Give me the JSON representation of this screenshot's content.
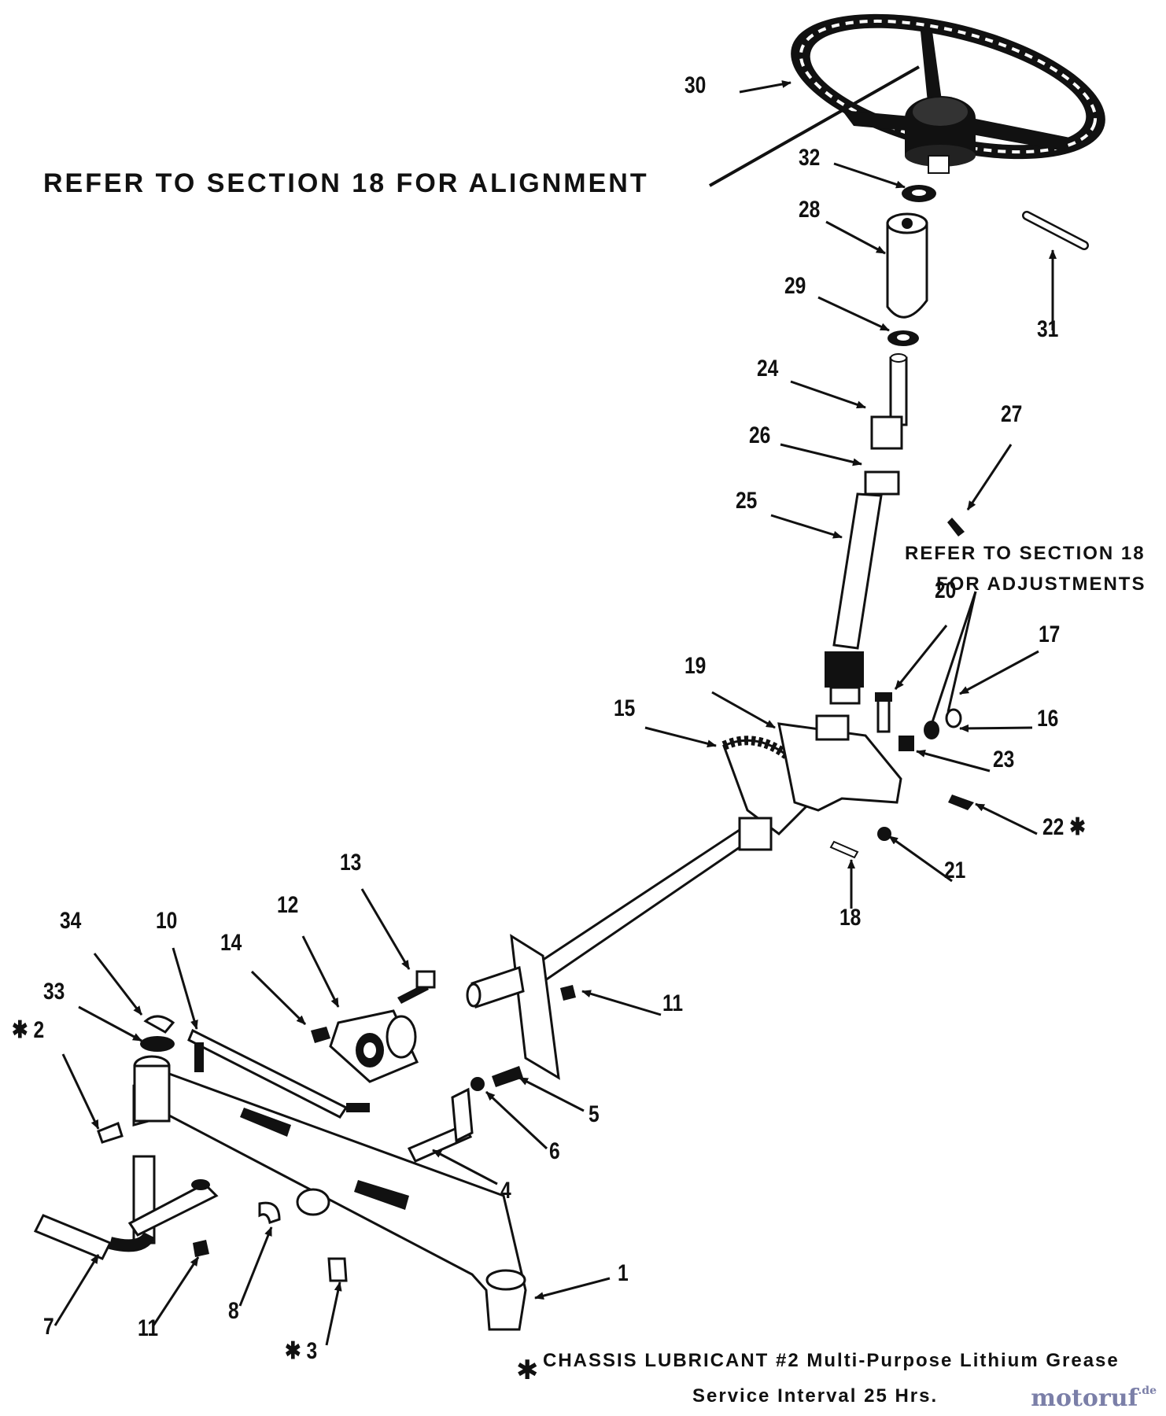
{
  "notes": {
    "alignment": "REFER TO SECTION 18 FOR ALIGNMENT",
    "adjustments_line1": "REFER TO SECTION 18",
    "adjustments_line2": "FOR ADJUSTMENTS",
    "lubricant": "CHASSIS LUBRICANT #2 Multi-Purpose Lithium Grease",
    "service_interval": "Service Interval 25 Hrs."
  },
  "watermark": {
    "name": "motoruf",
    "tld": ".de"
  },
  "lube_symbol": "✱",
  "callouts": [
    {
      "id": "30",
      "label": "30"
    },
    {
      "id": "32",
      "label": "32"
    },
    {
      "id": "28",
      "label": "28"
    },
    {
      "id": "29",
      "label": "29"
    },
    {
      "id": "31",
      "label": "31"
    },
    {
      "id": "24",
      "label": "24"
    },
    {
      "id": "26",
      "label": "26"
    },
    {
      "id": "27",
      "label": "27"
    },
    {
      "id": "25",
      "label": "25"
    },
    {
      "id": "20",
      "label": "20"
    },
    {
      "id": "17",
      "label": "17"
    },
    {
      "id": "19",
      "label": "19"
    },
    {
      "id": "15",
      "label": "15"
    },
    {
      "id": "16",
      "label": "16"
    },
    {
      "id": "23",
      "label": "23"
    },
    {
      "id": "22",
      "label": "22 ✱"
    },
    {
      "id": "21",
      "label": "21"
    },
    {
      "id": "18",
      "label": "18"
    },
    {
      "id": "13",
      "label": "13"
    },
    {
      "id": "12",
      "label": "12"
    },
    {
      "id": "14",
      "label": "14"
    },
    {
      "id": "10",
      "label": "10"
    },
    {
      "id": "34",
      "label": "34"
    },
    {
      "id": "33",
      "label": "33"
    },
    {
      "id": "2",
      "label": "✱ 2"
    },
    {
      "id": "11a",
      "label": "11"
    },
    {
      "id": "5",
      "label": "5"
    },
    {
      "id": "6",
      "label": "6"
    },
    {
      "id": "4",
      "label": "4"
    },
    {
      "id": "1",
      "label": "1"
    },
    {
      "id": "7",
      "label": "7"
    },
    {
      "id": "11b",
      "label": "11"
    },
    {
      "id": "8",
      "label": "8"
    },
    {
      "id": "3",
      "label": "✱ 3"
    }
  ]
}
